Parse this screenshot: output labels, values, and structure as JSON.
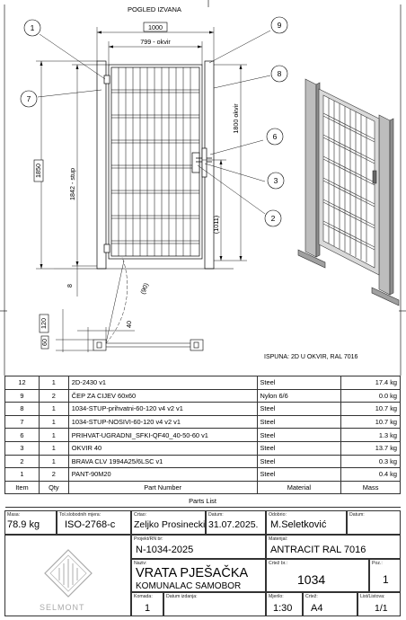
{
  "drawing": {
    "view_title": "POGLED IZVANA",
    "dim_total_width": "1000",
    "dim_opening_width": "799 - okvir",
    "dim_post_height": "1842 - stup",
    "dim_frame_height": "1800 okvir",
    "dim_overall_height": "1850",
    "dim_handle_height": "(1011)",
    "dim_bottom_gap": "8",
    "dim_swing": "(90)",
    "dim_post_120": "120",
    "dim_post_60": "60",
    "dim_40": "40",
    "callouts": [
      "1",
      "9",
      "8",
      "7",
      "6",
      "3",
      "2"
    ],
    "infill_note": "ISPUNA: 2D  U OKVIR, RAL 7016"
  },
  "parts_list": {
    "caption": "Parts List",
    "headers": [
      "Item",
      "Qty",
      "Part Number",
      "Material",
      "Mass"
    ],
    "rows": [
      {
        "item": "12",
        "qty": "1",
        "part": "2D-2430 v1",
        "material": "Steel",
        "mass": "17.4 kg"
      },
      {
        "item": "9",
        "qty": "2",
        "part": "ČEP ZA CIJEV 60x60",
        "material": "Nylon 6/6",
        "mass": "0.0 kg"
      },
      {
        "item": "8",
        "qty": "1",
        "part": "1034-STUP-prihvatni-60-120 v4 v2 v1",
        "material": "Steel",
        "mass": "10.7 kg"
      },
      {
        "item": "7",
        "qty": "1",
        "part": "1034-STUP-NOSIVI-60-120 v4 v2 v1",
        "material": "Steel",
        "mass": "10.7 kg"
      },
      {
        "item": "6",
        "qty": "1",
        "part": "PRIHVAT-UGRADNI_SFKI-QF40_40-50-60 v1",
        "material": "Steel",
        "mass": "1.3 kg"
      },
      {
        "item": "3",
        "qty": "1",
        "part": "OKVIR 40",
        "material": "Steel",
        "mass": "13.7 kg"
      },
      {
        "item": "2",
        "qty": "1",
        "part": "BRAVA CLV 1994A25/6LSC v1",
        "material": "Steel",
        "mass": "0.3 kg"
      },
      {
        "item": "1",
        "qty": "2",
        "part": "PANT-90M20",
        "material": "Steel",
        "mass": "0.4 kg"
      }
    ]
  },
  "title_block": {
    "mass_label": "Masa:",
    "mass": "78.9 kg",
    "tolerance_label": "Tol.slobodnih mjera:",
    "tolerance": "ISO-2768-c",
    "drawn_label": "Crtao:",
    "drawn": "Zeljko Prosinecki",
    "date_label": "Datum:",
    "date": "31.07.2025.",
    "approved_label": "Odobrio:",
    "approved": "M.Seletković",
    "date2_label": "Datum:",
    "date2": "",
    "project_label": "Projekt/RN  br:",
    "project": "N-1034-2025",
    "material_label": "Materijal:",
    "material": "ANTRACIT RAL 7016",
    "name_label": "Naziv:",
    "title": "VRATA PJEŠAČKA",
    "subtitle": "KOMUNALAC SAMOBOR",
    "drawing_no_label": "Crtež br.:",
    "drawing_no": "1034",
    "pos_label": "Poz.:",
    "pos": "1",
    "qty_label": "Komada:",
    "qty": "1",
    "issue_date_label": "Datum izdanja:",
    "issue_date": "",
    "scale_label": "Mjerilo:",
    "scale": "1:30",
    "sheet_format_label": "Crtež:",
    "sheet_format": "A4",
    "sheet_label": "List/Listova:",
    "sheet": "1/1",
    "logo_text": "SELMONT"
  }
}
